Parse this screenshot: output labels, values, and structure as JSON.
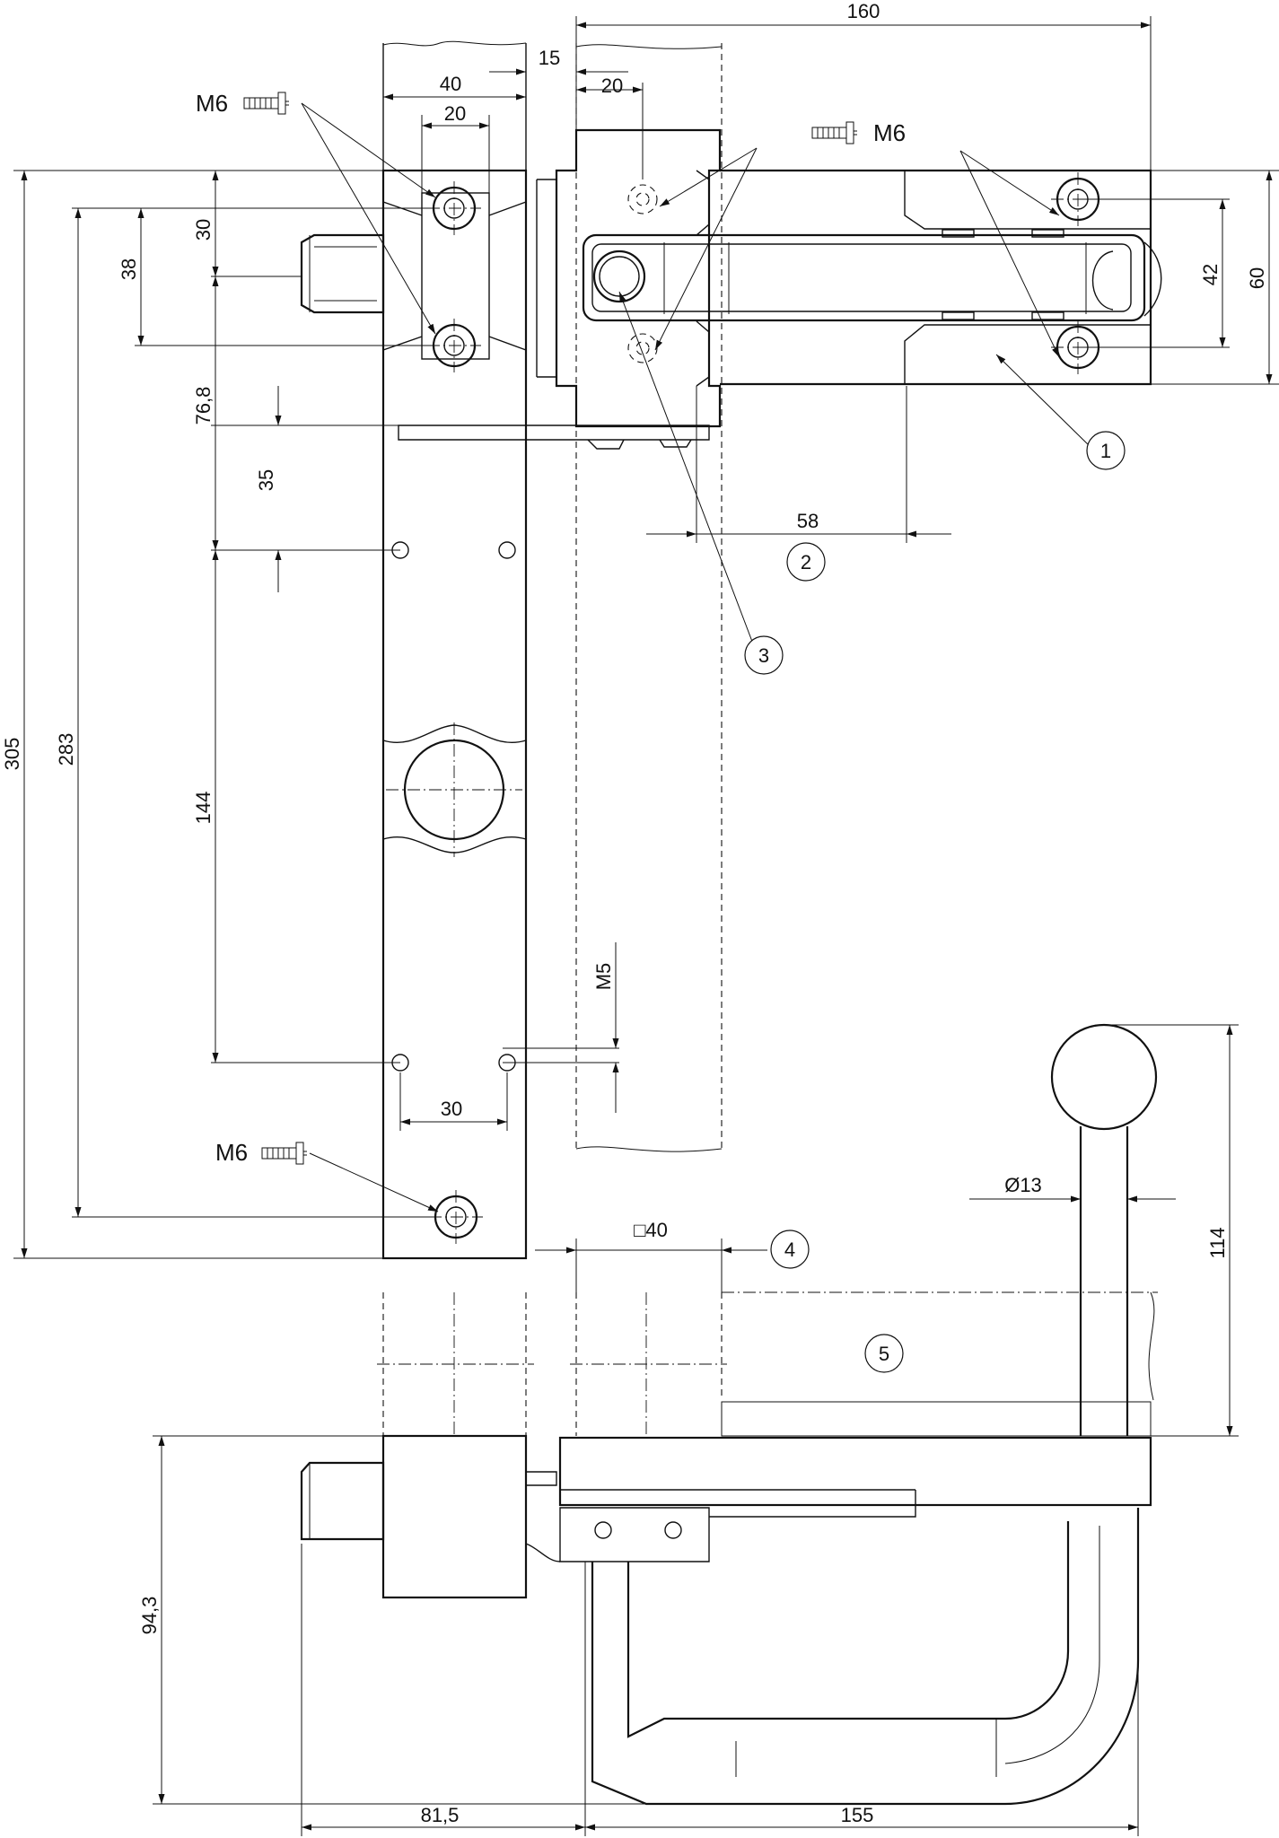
{
  "dimensions": {
    "d160": "160",
    "d15": "15",
    "d40": "40",
    "d20a": "20",
    "d20b": "20",
    "d30v": "30",
    "d38": "38",
    "d42": "42",
    "d60": "60",
    "d58": "58",
    "d76": "76,8",
    "d35": "35",
    "d305": "305",
    "d283": "283",
    "d144": "144",
    "dM5": "M5",
    "d30h": "30",
    "dSq40": "□40",
    "dDia13": "Ø13",
    "d114": "114",
    "d94": "94,3",
    "d81": "81,5",
    "d155": "155"
  },
  "screws": {
    "m6_top_left": "M6",
    "m6_top_right": "M6",
    "m6_bottom": "M6"
  },
  "callouts": [
    "1",
    "2",
    "3",
    "4",
    "5"
  ]
}
